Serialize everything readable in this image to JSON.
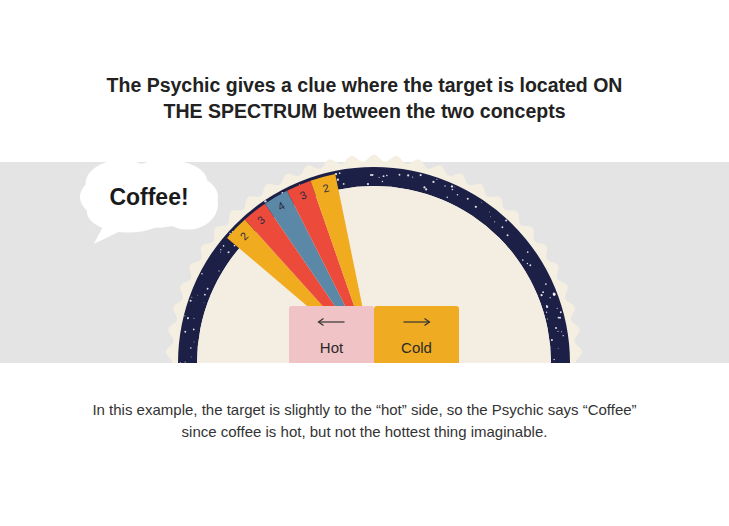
{
  "diagram": {
    "title": "The Psychic gives a clue where the target is located ON THE SPECTRUM between the two concepts",
    "caption": "In this example, the target is slightly to the “hot” side, so the Psychic says “Coffee” since coffee is hot, but not the hottest thing imaginable.",
    "nodes": [
      {
        "text": [
          "Coffee!"
        ]
      },
      {
        "text": [
          "Hot"
        ]
      },
      {
        "text": [
          "Cold"
        ]
      }
    ],
    "labels": [
      "2",
      "3",
      "4",
      "3",
      "2"
    ]
  }
}
